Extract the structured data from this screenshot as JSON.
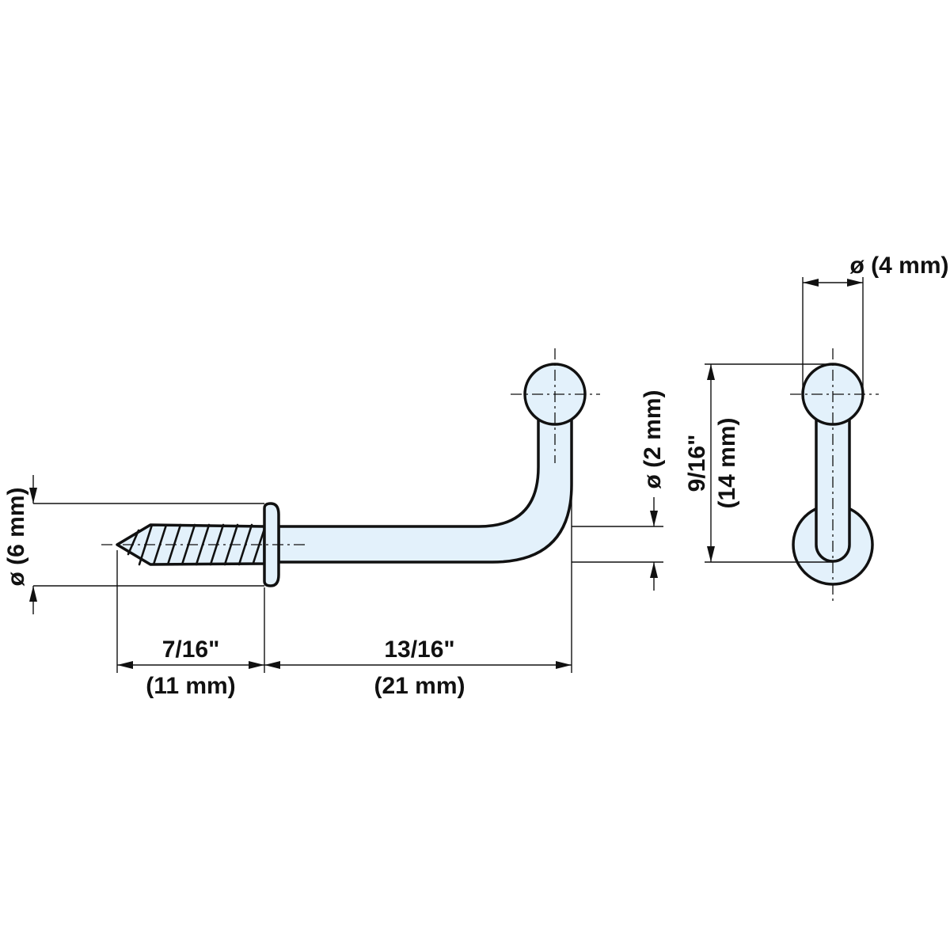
{
  "colors": {
    "part_fill": "#e3f1fb",
    "line": "#111111"
  },
  "dimensions": {
    "screw_length_imperial": "7/16\"",
    "screw_length_metric": "(11 mm)",
    "hook_length_imperial": "13/16\"",
    "hook_length_metric": "(21 mm)",
    "flange_diameter": "ø (6 mm)",
    "shaft_diameter": "ø (2 mm)",
    "ball_diameter": "ø (4 mm)",
    "height_imperial": "9/16\"",
    "height_metric": "(14 mm)"
  }
}
